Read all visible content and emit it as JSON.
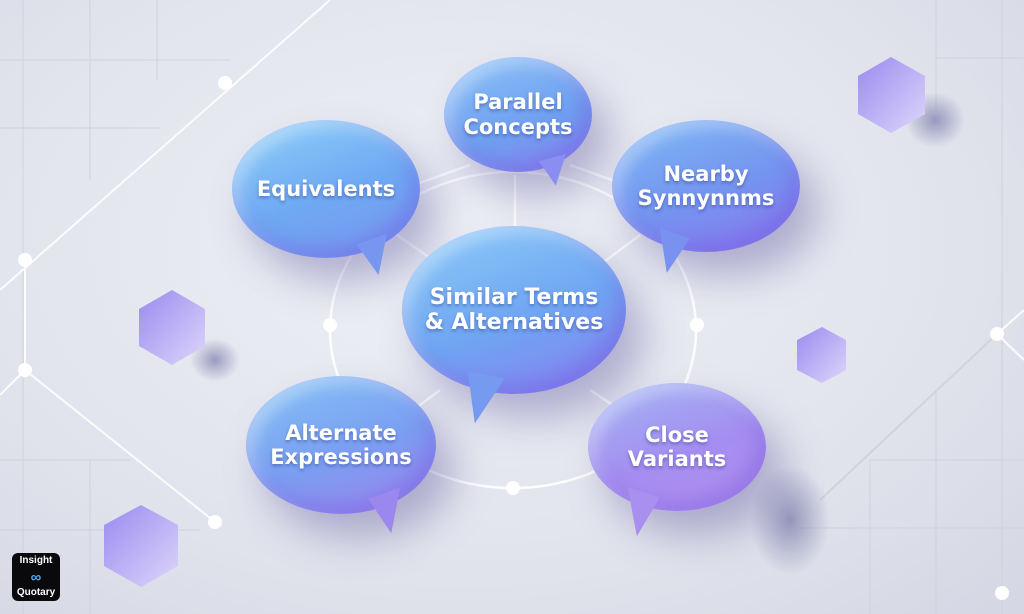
{
  "diagram": {
    "type": "hub-and-spoke speech bubble concept map",
    "center": {
      "label": "Similar Terms\n& Alternatives"
    },
    "nodes": [
      {
        "id": "parallel",
        "label": "Parallel\nConcepts"
      },
      {
        "id": "equivalents",
        "label": "Equivalents"
      },
      {
        "id": "nearby",
        "label": "Nearby\nSynnynnms"
      },
      {
        "id": "alternate",
        "label": "Alternate\nExpressions"
      },
      {
        "id": "close",
        "label": "Close\nVariants"
      }
    ]
  },
  "logo": {
    "top": "Insight",
    "icon": "∞",
    "bottom": "Quotary"
  },
  "colors": {
    "bubble_blue": "#6ea6f3",
    "bubble_violet": "#8f7df0",
    "bubble_lavender": "#ae93ef",
    "hexagon": "#a99af0",
    "background": "#e6e8ef",
    "connector": "#ffffff"
  }
}
